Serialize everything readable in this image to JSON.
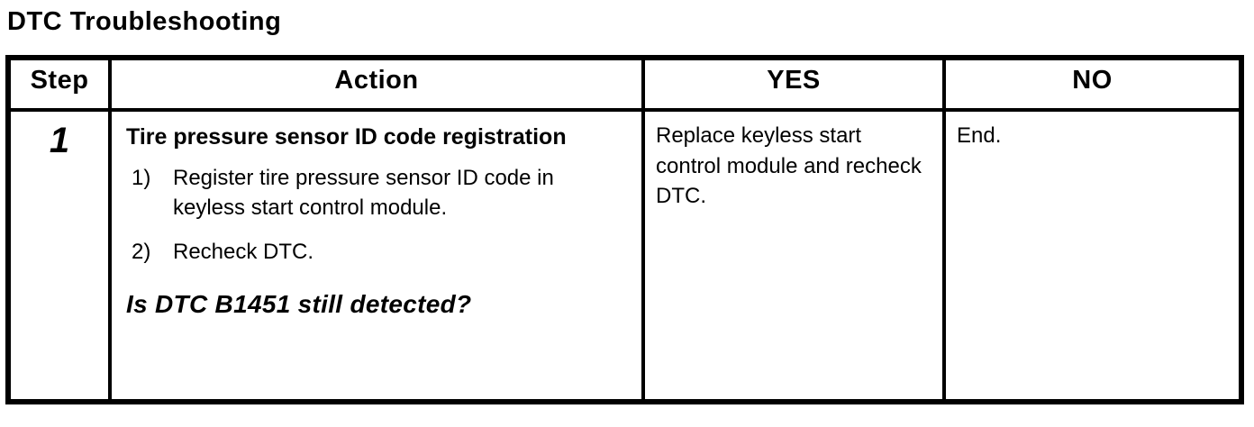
{
  "page": {
    "title": "DTC Troubleshooting"
  },
  "colors": {
    "text": "#000000",
    "border": "#000000",
    "background": "#ffffff"
  },
  "table": {
    "headers": {
      "step": "Step",
      "action": "Action",
      "yes": "YES",
      "no": "NO"
    },
    "rows": [
      {
        "step": "1",
        "action": {
          "heading": "Tire pressure sensor ID code registration",
          "items": [
            {
              "num": "1)",
              "text": "Register tire pressure sensor ID code in keyless start control module."
            },
            {
              "num": "2)",
              "text": "Recheck DTC."
            }
          ],
          "question": "Is DTC B1451 still detected?"
        },
        "yes": "Replace keyless start control module and recheck DTC.",
        "no": "End."
      }
    ]
  }
}
